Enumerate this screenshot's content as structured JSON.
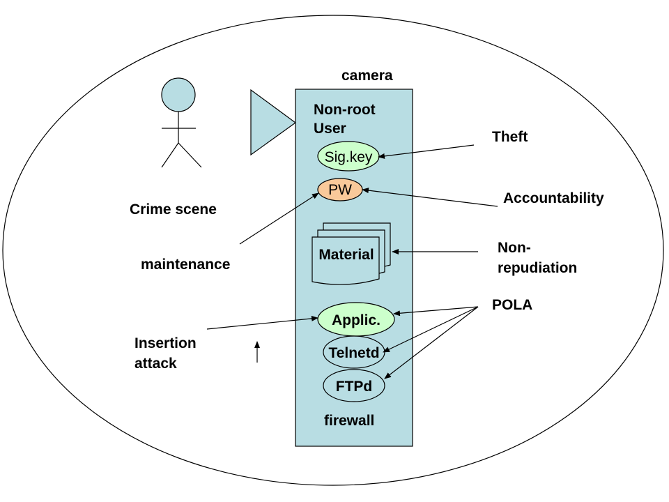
{
  "labels": {
    "camera": "camera",
    "non_root_line1": "Non-root",
    "non_root_line2": "User",
    "theft": "Theft",
    "accountability": "Accountability",
    "crime_scene": "Crime scene",
    "maintenance": "maintenance",
    "non_repudiation_line1": "Non-",
    "non_repudiation_line2": "repudiation",
    "pola": "POLA",
    "insertion_line1": "Insertion",
    "insertion_line2": "attack",
    "firewall": "firewall"
  },
  "nodes": {
    "sig_key": "Sig.key",
    "pw": "PW",
    "material": "Material",
    "applic": "Applic.",
    "telnetd": "Telnetd",
    "ftpd": "FTPd"
  },
  "colors": {
    "camera_box": "#b8dde3",
    "sig_key_fill": "#ccffcc",
    "pw_fill": "#f9c99a",
    "applic_fill": "#ccffcc",
    "stroke": "#000000"
  },
  "icons": [
    "person-icon",
    "camera-lens-triangle-icon",
    "document-stack-icon",
    "up-arrow-icon"
  ]
}
